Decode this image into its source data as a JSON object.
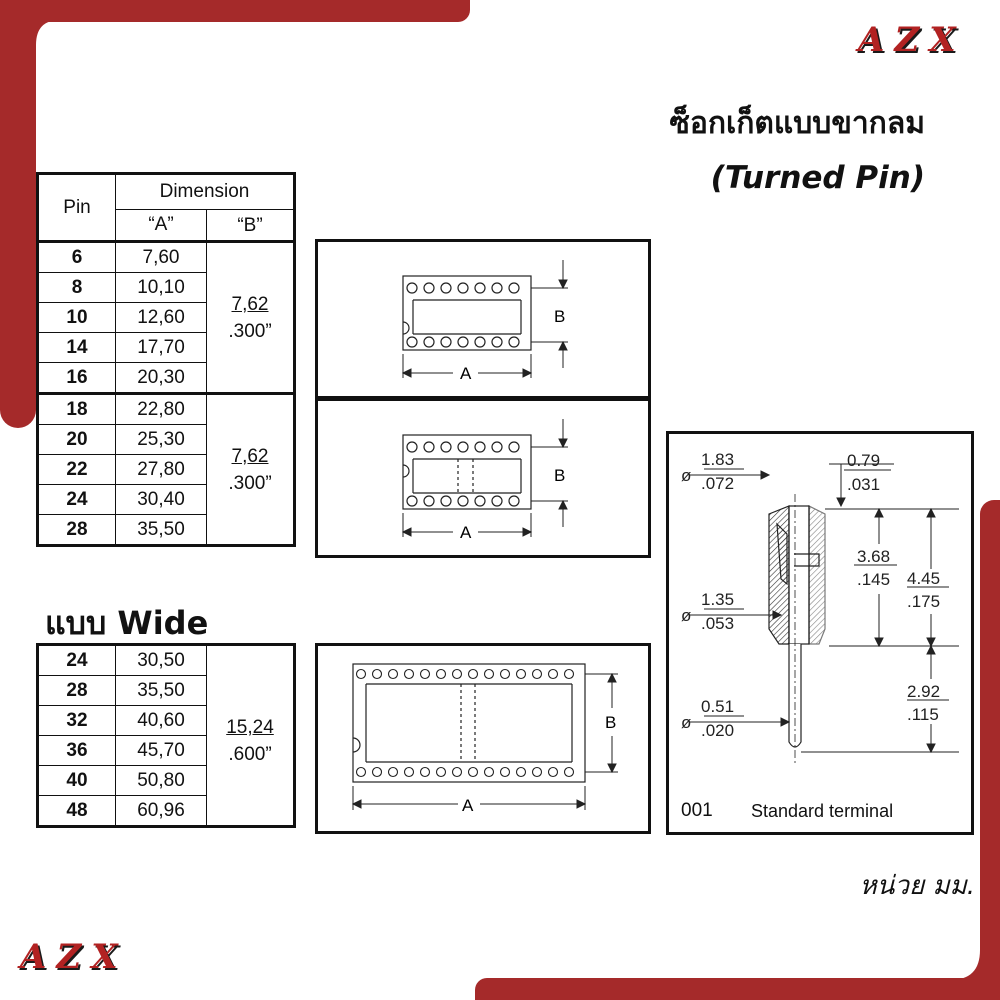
{
  "brand": {
    "logo": "AZX",
    "accent": "#a52a2a"
  },
  "title": {
    "thai": "ซ็อกเก็ตแบบขากลม",
    "english": "(Turned Pin)"
  },
  "table_narrow": {
    "header": {
      "pin": "Pin",
      "dimension": "Dimension",
      "col_a": "“A”",
      "col_b": "“B”"
    },
    "group1": {
      "b_mm": "7,62",
      "b_in": ".300”"
    },
    "group2": {
      "b_mm": "7,62",
      "b_in": ".300”"
    },
    "rows": [
      {
        "pin": "6",
        "a": "7,60"
      },
      {
        "pin": "8",
        "a": "10,10"
      },
      {
        "pin": "10",
        "a": "12,60"
      },
      {
        "pin": "14",
        "a": "17,70"
      },
      {
        "pin": "16",
        "a": "20,30"
      },
      {
        "pin": "18",
        "a": "22,80"
      },
      {
        "pin": "20",
        "a": "25,30"
      },
      {
        "pin": "22",
        "a": "27,80"
      },
      {
        "pin": "24",
        "a": "30,40"
      },
      {
        "pin": "28",
        "a": "35,50"
      }
    ]
  },
  "wide": {
    "title": "แบบ Wide",
    "b_mm": "15,24",
    "b_in": ".600”",
    "rows": [
      {
        "pin": "24",
        "a": "30,50"
      },
      {
        "pin": "28",
        "a": "35,50"
      },
      {
        "pin": "32",
        "a": "40,60"
      },
      {
        "pin": "36",
        "a": "45,70"
      },
      {
        "pin": "40",
        "a": "50,80"
      },
      {
        "pin": "48",
        "a": "60,96"
      }
    ]
  },
  "diagram_labels": {
    "a": "A",
    "b": "B"
  },
  "terminal": {
    "d1_mm": "1.83",
    "d1_in": ".072",
    "d2_mm": "1.35",
    "d2_in": ".053",
    "d3_mm": "0.51",
    "d3_in": ".020",
    "top_mm": "0.79",
    "top_in": ".031",
    "h1_mm": "3.68",
    "h1_in": ".145",
    "h2_mm": "4.45",
    "h2_in": ".175",
    "h3_mm": "2.92",
    "h3_in": ".115",
    "diameter_symbol": "ø",
    "code": "001",
    "caption": "Standard terminal"
  },
  "unit_note": "หน่วย มม."
}
